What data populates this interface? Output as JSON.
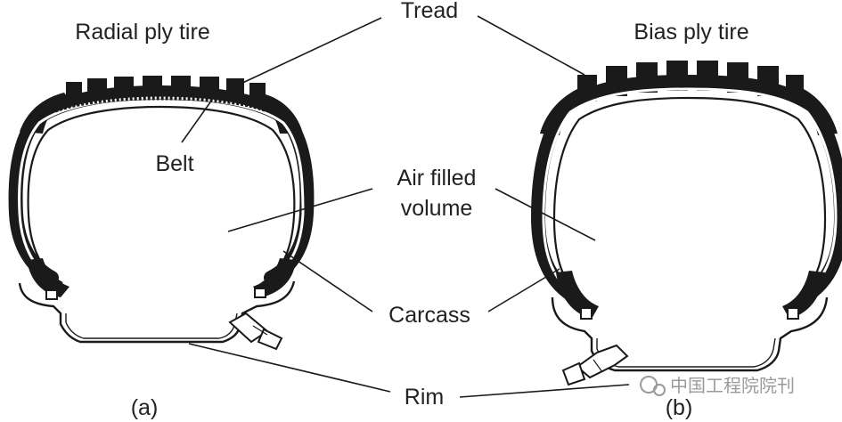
{
  "titles": {
    "left": "Radial ply tire",
    "right": "Bias ply tire"
  },
  "labels": {
    "tread": "Tread",
    "belt": "Belt",
    "air_line1": "Air filled",
    "air_line2": "volume",
    "carcass": "Carcass",
    "rim": "Rim"
  },
  "captions": {
    "left": "(a)",
    "right": "(b)"
  },
  "watermark": "中国工程院院刊",
  "colors": {
    "rubber": "#1a1a1a",
    "ply": "#ffffff",
    "line": "#1a1a1a",
    "background": "#ffffff"
  }
}
